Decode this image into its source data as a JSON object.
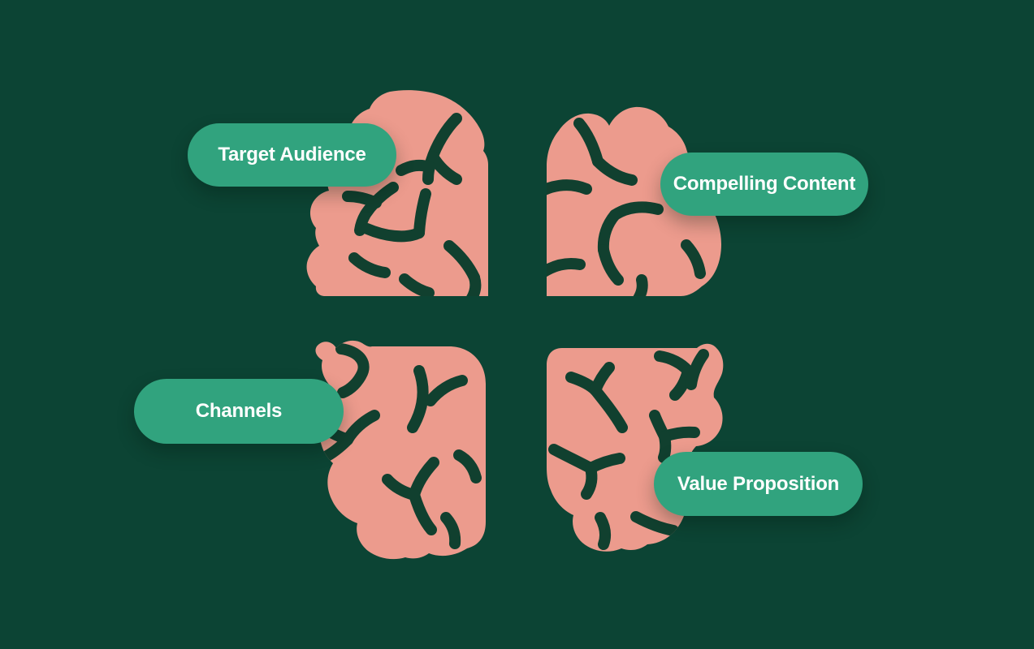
{
  "diagram": {
    "illustration": "brain-four-quadrants",
    "labels": [
      {
        "id": "target-audience",
        "text": "Target Audience"
      },
      {
        "id": "compelling-content",
        "text": "Compelling Content"
      },
      {
        "id": "channels",
        "text": "Channels"
      },
      {
        "id": "value-proposition",
        "text": "Value Proposition"
      }
    ]
  },
  "colors": {
    "background": "#0C4434",
    "pill": "#31A37E",
    "pill-text": "#FFFFFF",
    "brain": "#EC9B8D",
    "fold": "#11402F"
  }
}
